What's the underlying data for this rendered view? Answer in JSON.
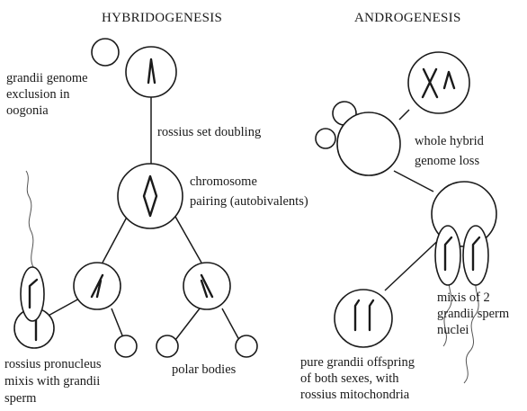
{
  "titles": {
    "hybridogenesis": "HYBRIDOGENESIS",
    "androgenesis": "ANDROGENESIS"
  },
  "hybridogenesis": {
    "exclusion_label": [
      "grandii genome",
      "exclusion in",
      "oogonia"
    ],
    "doubling_label": "rossius set doubling",
    "pairing_label": [
      "chromosome",
      "pairing (autobivalents)"
    ],
    "pronucleus_label": [
      "rossius pronucleus",
      "mixis with grandii",
      "sperm"
    ],
    "polar_label": "polar bodies"
  },
  "androgenesis": {
    "genome_loss_label": [
      "whole hybrid",
      "genome loss"
    ],
    "mixis_label": [
      "mixis of 2",
      "grandii sperm",
      "nuclei"
    ],
    "offspring_label": [
      "pure grandii offspring",
      "of both sexes, with",
      "rossius mitochondria"
    ]
  }
}
